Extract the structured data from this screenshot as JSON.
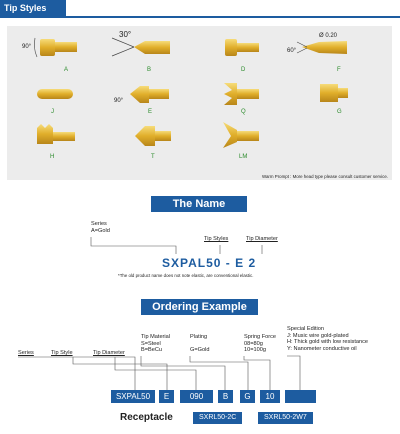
{
  "section_tab": "Tip Styles",
  "tip_styles": {
    "labels": {
      "A": "A",
      "B": "B",
      "D": "D",
      "F": "F",
      "J": "J",
      "E": "E",
      "Q": "Q",
      "G": "G",
      "H": "H",
      "T": "T",
      "LM": "LM"
    },
    "angles": {
      "a": "90°",
      "b": "30°",
      "f": "60°",
      "e": "90°"
    },
    "diameter": "Ø 0.20"
  },
  "warn_prompt": "Warm Prompt : More head type please consult customer service.",
  "the_name": {
    "header": "The Name",
    "series_label": "Series",
    "series_value": "A=Gold",
    "tip_styles_label": "Tip Styles",
    "tip_diameter_label": "Tip Diameter",
    "code": "SXPAL50  -  E  2",
    "note": "*The old product name does not note elastic, are conventional elastic."
  },
  "ordering": {
    "header": "Ordering Example",
    "tip_material": "Tip Material\nS=Steel\nB=BeCu",
    "plating": "Plating\n\nG=Gold",
    "spring_force": "Spring Force\n08=80g\n10=100g",
    "special_edition": "Special Edition\nJ: Music wire gold-plated\nH: Thick gold with low resistance\nY: Nanometer conductive oil",
    "series_col": "Series",
    "tip_style_col": "Tip Style",
    "tip_diameter_col": "Tip Diameter",
    "code_series": "SXPAL50",
    "code_tip": "E",
    "code_diameter": "090",
    "code_material": "B",
    "code_plating": "G",
    "code_force": "10",
    "code_special": ""
  },
  "receptacle": {
    "label": "Receptacle",
    "item1": "SXRL50-2C",
    "item2": "SXRL50-2W7"
  },
  "colors": {
    "brand_blue": "#1d5ca0",
    "tip_gold": "#d9a520",
    "label_green": "#2a8a2a",
    "panel_gray": "#ececec"
  }
}
